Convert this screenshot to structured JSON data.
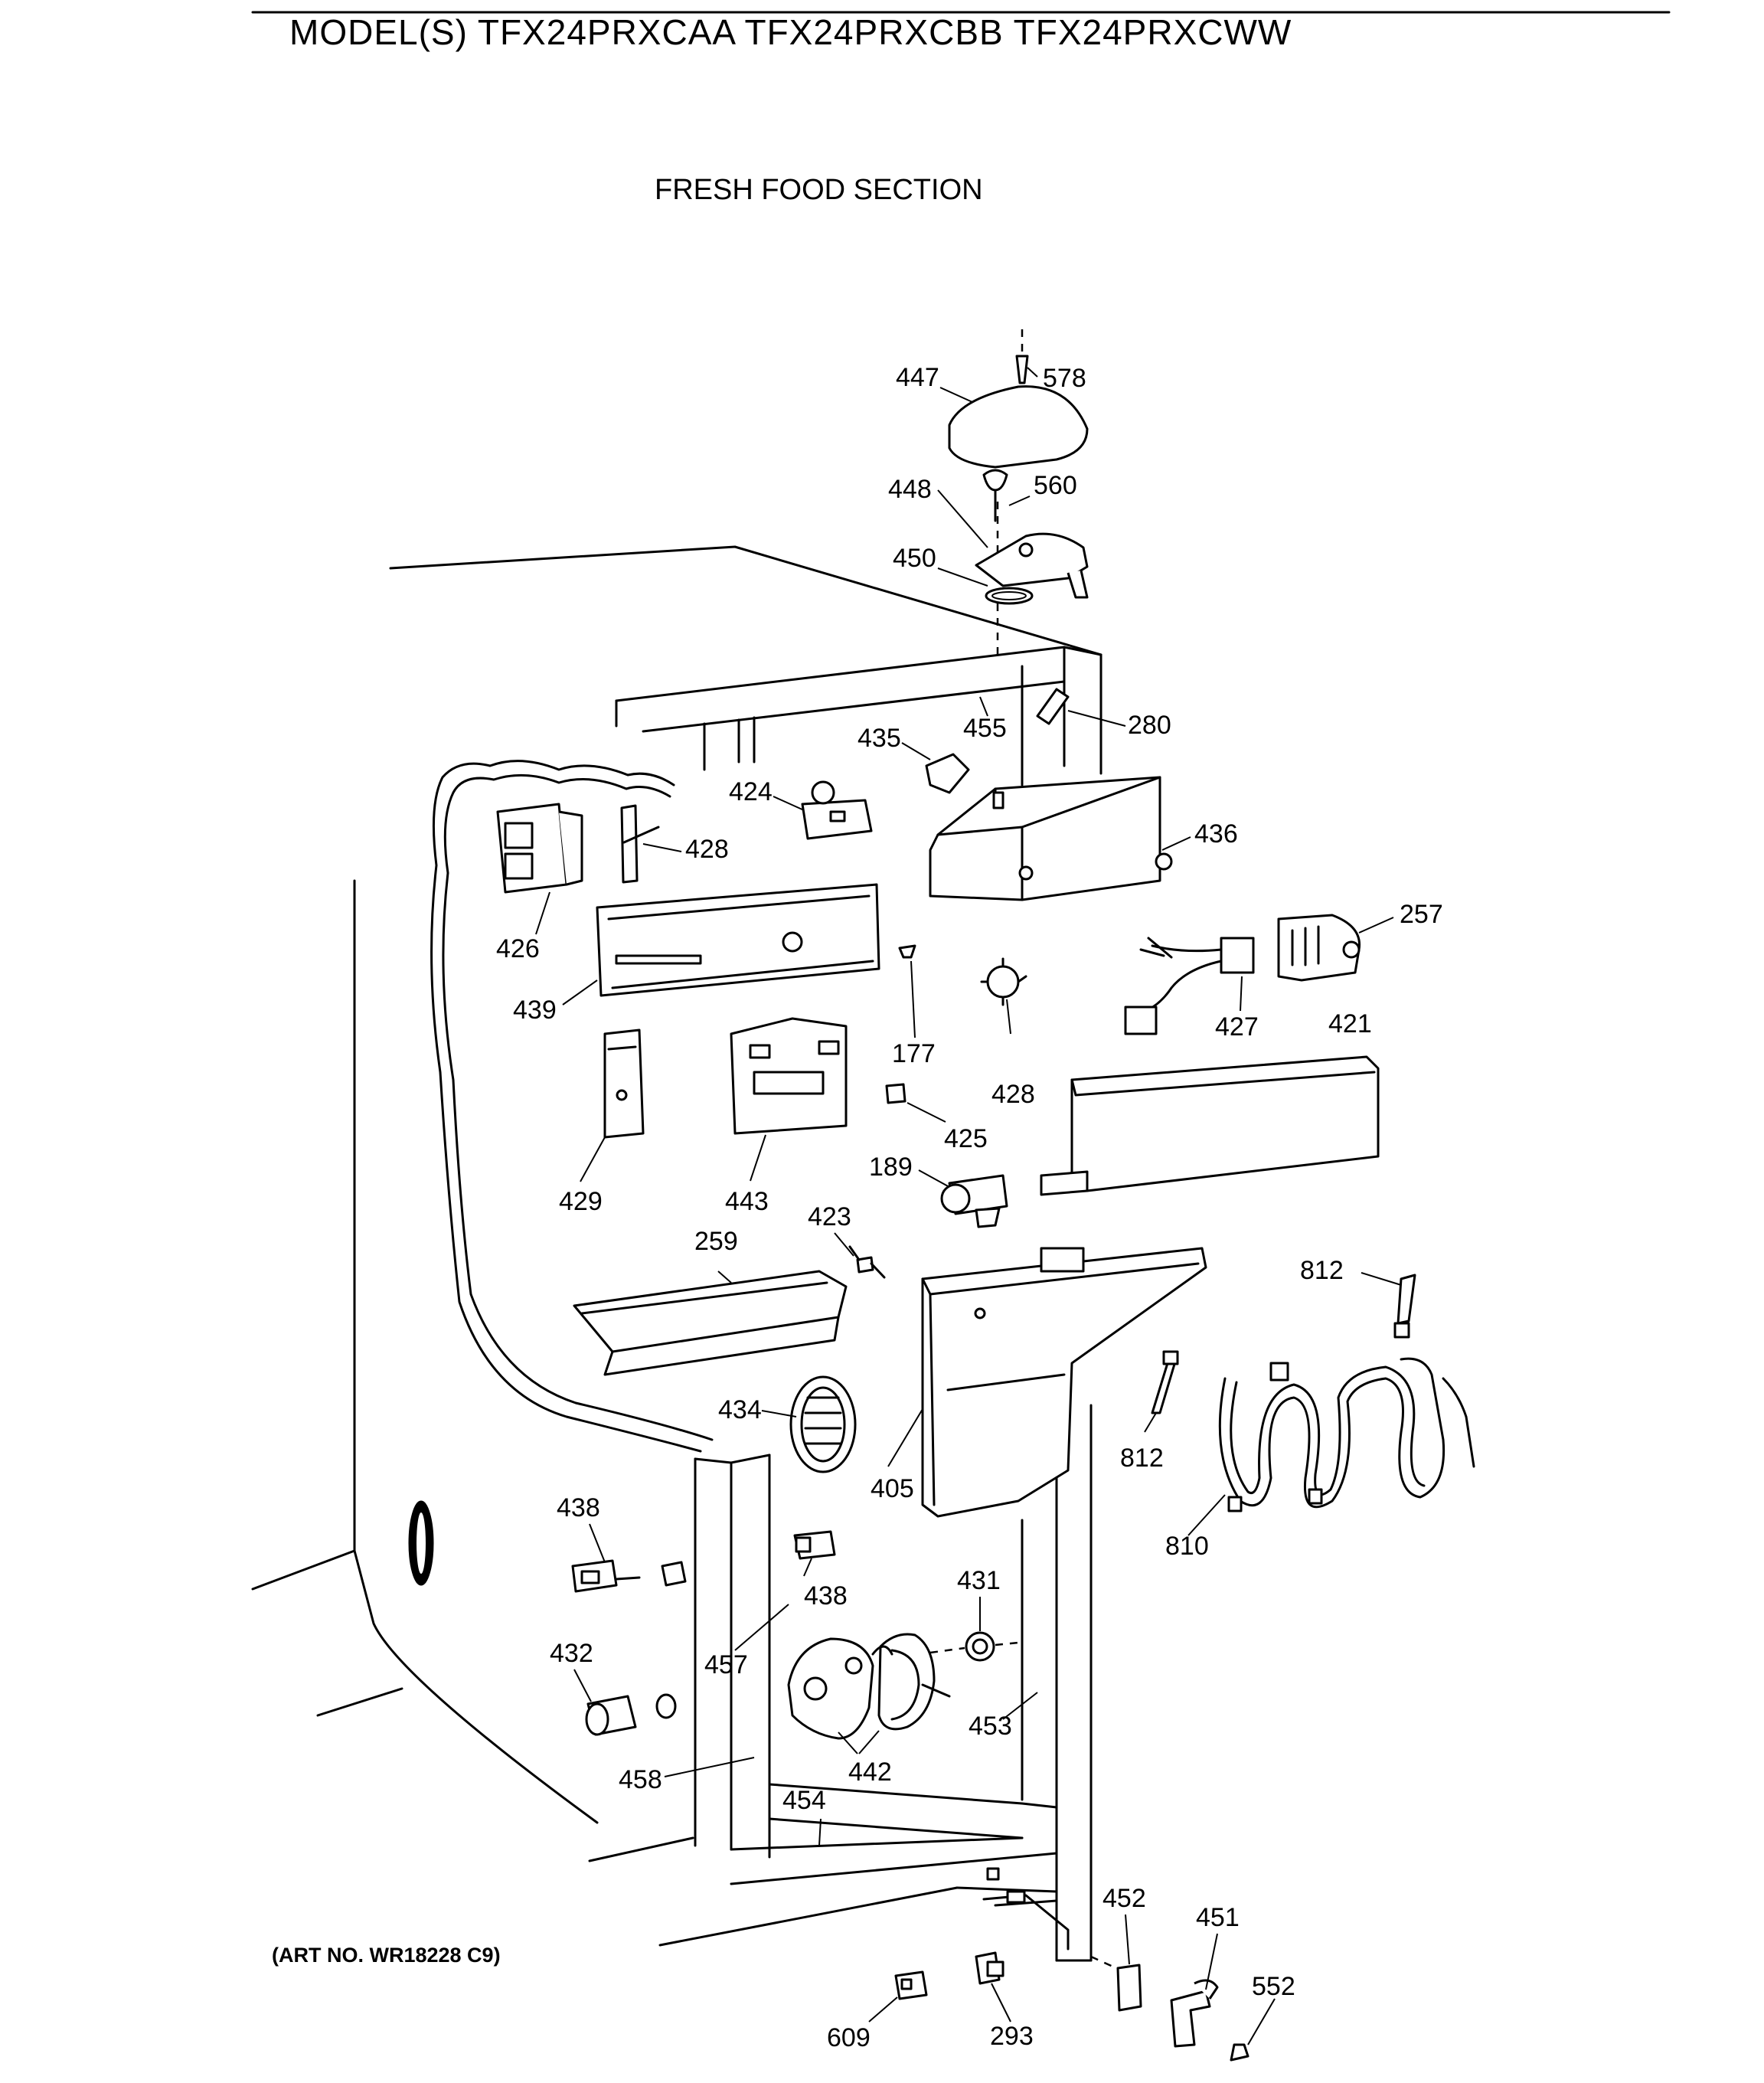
{
  "header": {
    "model_line": "MODEL(S) TFX24PRXCAA  TFX24PRXCBB  TFX24PRXCWW",
    "section_title": "FRESH FOOD SECTION"
  },
  "art_number": "(ART NO. WR18228 C9)",
  "callouts": {
    "c578": "578",
    "c447": "447",
    "c560": "560",
    "c448": "448",
    "c450": "450",
    "c455": "455",
    "c280": "280",
    "c435": "435",
    "c424": "424",
    "c428a": "428",
    "c436": "436",
    "c426": "426",
    "c439": "439",
    "c257": "257",
    "c427": "427",
    "c421": "421",
    "c177": "177",
    "c428b": "428",
    "c425": "425",
    "c429": "429",
    "c443": "443",
    "c189": "189",
    "c423": "423",
    "c259": "259",
    "c812a": "812",
    "c434": "434",
    "c405": "405",
    "c812b": "812",
    "c810": "810",
    "c438a": "438",
    "c438b": "438",
    "c431": "431",
    "c432": "432",
    "c457": "457",
    "c453": "453",
    "c442": "442",
    "c458": "458",
    "c454": "454",
    "c452": "452",
    "c451": "451",
    "c552": "552",
    "c609": "609",
    "c293": "293"
  }
}
